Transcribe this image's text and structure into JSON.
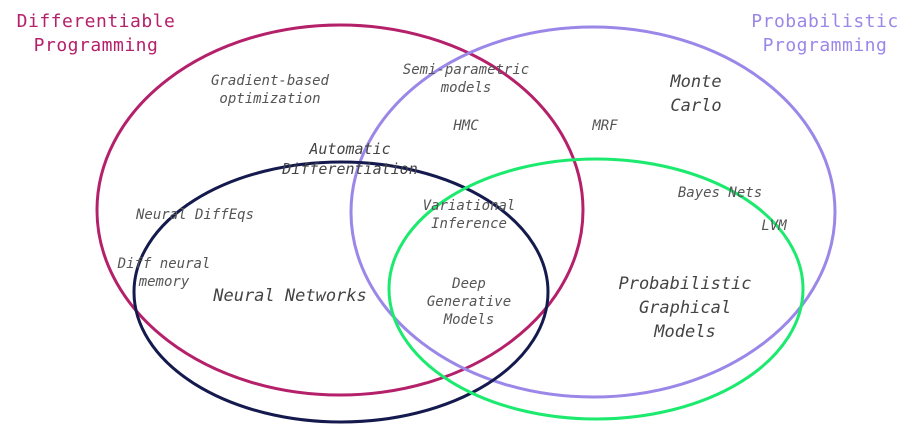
{
  "sets": {
    "differentiable": {
      "title": "Differentiable\nProgramming",
      "color": "#b5206a"
    },
    "probabilistic": {
      "title": "Probabilistic\nProgramming",
      "color": "#9b87e8"
    },
    "neural_networks": {
      "title": "Neural Networks",
      "color": "#141a4d"
    },
    "graphical_models": {
      "title": "Probabilistic\nGraphical\nModels",
      "color": "#1cea6e"
    }
  },
  "terms": {
    "gradient": "Gradient-based\noptimization",
    "semiparametric": "Semi-parametric\nmodels",
    "monte_carlo": "Monte\nCarlo",
    "hmc": "HMC",
    "mrf": "MRF",
    "autodiff": "Automatic\nDifferentiation",
    "bayes_nets": "Bayes Nets",
    "lvm": "LVM",
    "neural_diffeqs": "Neural DiffEqs",
    "variational": "Variational\nInference",
    "diff_memory": "Diff neural\nmemory",
    "deep_generative": "Deep\nGenerative\nModels"
  }
}
